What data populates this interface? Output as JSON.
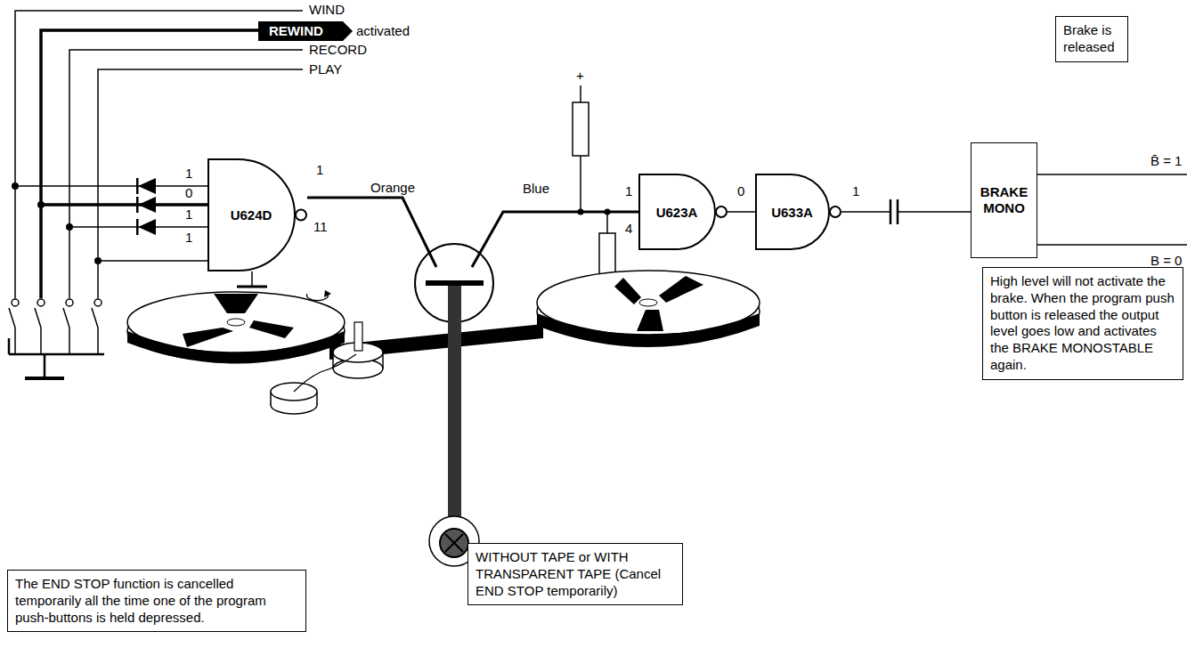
{
  "diagram": {
    "nodes": [
      {
        "text": [
          "U624D"
        ]
      },
      {
        "text": [
          "U623A"
        ]
      },
      {
        "text": [
          "U633A"
        ]
      },
      {
        "text": [
          "BRAKE MONO"
        ]
      },
      {
        "text": [
          "Brake is released"
        ]
      },
      {
        "text": [
          "High level will not activate the brake. When the program push button is released the output level goes low and activates the BRAKE MONOSTABLE again."
        ]
      },
      {
        "text": [
          "The END STOP function is cancelled temporarily all the time one of the program push-buttons is held depressed."
        ]
      },
      {
        "text": [
          "WITHOUT TAPE or WITH TRANSPARENT TAPE (Cancel END STOP temporarily)"
        ]
      }
    ],
    "edges": [
      {
        "from": 1,
        "to": 2,
        "arrow": "none"
      }
    ],
    "labels": [
      "WIND",
      "REWIND",
      "activated",
      "RECORD",
      "PLAY",
      "1",
      "0",
      "1",
      "1",
      "1",
      "11",
      "Orange",
      "Blue",
      "+",
      "1",
      "4",
      "0",
      "1",
      "B̄ = 1",
      "B = 0"
    ]
  }
}
